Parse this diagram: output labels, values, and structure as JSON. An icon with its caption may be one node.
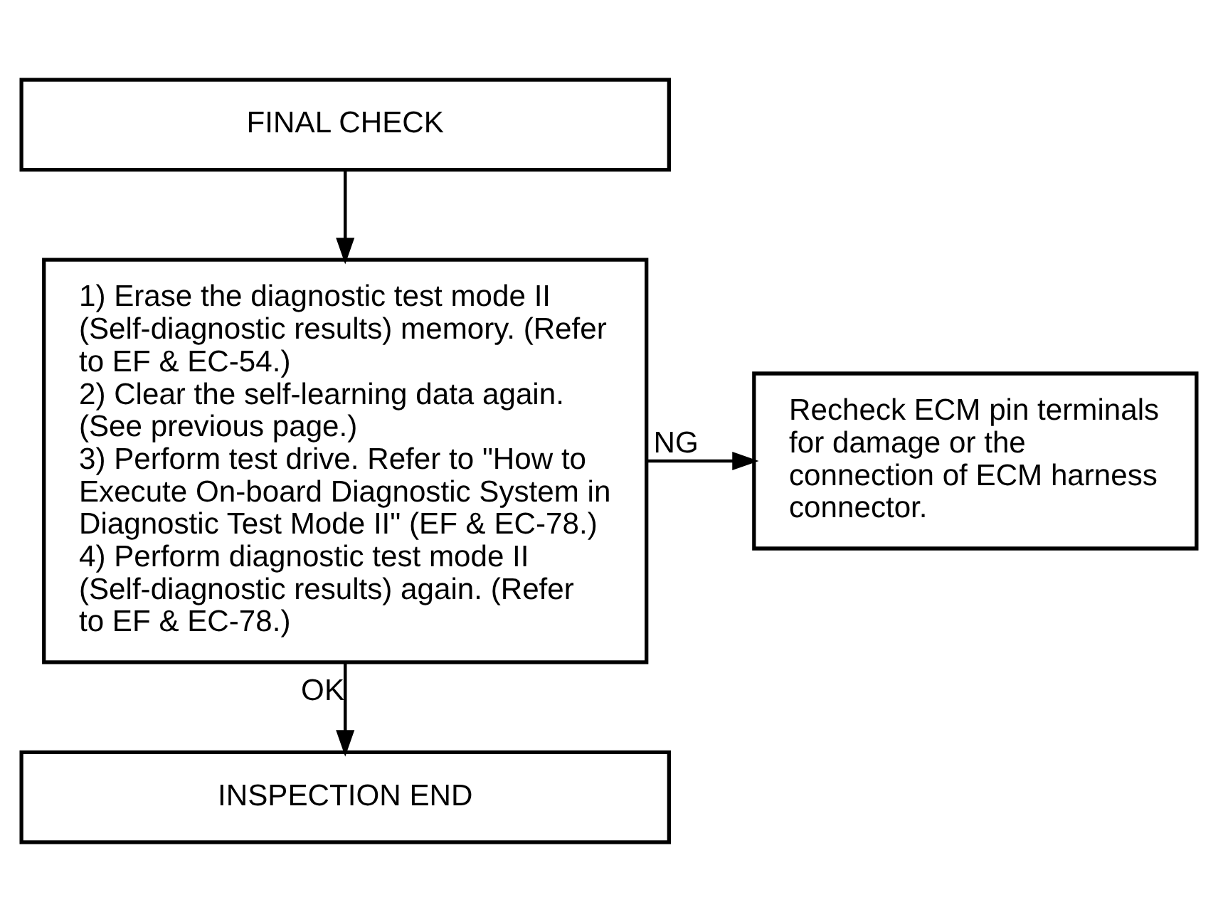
{
  "diagram": {
    "nodes": [
      {
        "text": [
          "FINAL CHECK"
        ]
      },
      {
        "text": [
          "1) Erase the diagnostic test mode II (Self-diagnostic results) memory. (Refer to EF & EC-54.)",
          "2) Clear the self-learning data again. (See previous page.)",
          "3) Perform test drive. Refer to \"How to Execute On-board Diagnostic System in Diagnostic Test Mode II\" (EF & EC-78.)",
          "4) Perform diagnostic test mode II (Self-diagnostic results) again. (Refer to EF & EC-78.)"
        ]
      },
      {
        "text": [
          "Recheck ECM pin terminals for damage or the connection of ECM harness connector."
        ]
      },
      {
        "text": [
          "INSPECTION END"
        ]
      }
    ],
    "edges": [
      {
        "from": 0,
        "to": 1,
        "arrow": "to"
      },
      {
        "from": 1,
        "to": 2,
        "arrow": "to",
        "label": "NG"
      },
      {
        "from": 1,
        "to": 3,
        "arrow": "to",
        "label": "OK"
      }
    ]
  }
}
